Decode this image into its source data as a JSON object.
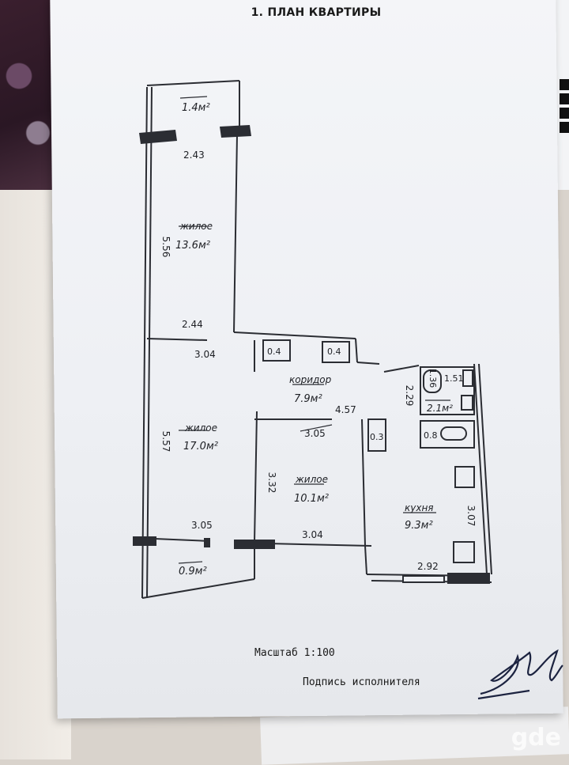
{
  "header": {
    "title": "1. ПЛАН КВАРТИРЫ"
  },
  "rooms": [
    {
      "id": "balcony-top",
      "name": "",
      "area": "1.4м²"
    },
    {
      "id": "living-1",
      "name": "жилое",
      "area": "13.6м²"
    },
    {
      "id": "living-2",
      "name": "жилое",
      "area": "17.0м²"
    },
    {
      "id": "corridor",
      "name": "коридор",
      "area": "7.9м²"
    },
    {
      "id": "living-3",
      "name": "жилое",
      "area": "10.1м²"
    },
    {
      "id": "kitchen",
      "name": "кухня",
      "area": "9.3м²"
    },
    {
      "id": "bathroom",
      "name": "",
      "area": "2.1м²"
    },
    {
      "id": "balcony-bottom",
      "name": "",
      "area": "0.9м²"
    },
    {
      "id": "closet-1",
      "name": "",
      "area": "0.4"
    },
    {
      "id": "closet-2",
      "name": "",
      "area": "0.4"
    },
    {
      "id": "toilet",
      "name": "",
      "area": "0.8"
    },
    {
      "id": "niche",
      "name": "",
      "area": "0.3"
    }
  ],
  "dimensions": {
    "d_2_43": "2.43",
    "d_5_56": "5.56",
    "d_2_44": "2.44",
    "d_3_04a": "3.04",
    "d_5_57": "5.57",
    "d_3_05a": "3.05",
    "d_3_05b": "3.05",
    "d_4_57": "4.57",
    "d_3_32": "3.32",
    "d_3_04b": "3.04",
    "d_2_29": "2.29",
    "d_1_36": "1.36",
    "d_1_51": "1.51",
    "d_3_07": "3.07",
    "d_2_92": "2.92"
  },
  "footer": {
    "scale": "Масштаб 1:100",
    "signature_label": "Подпись исполнителя"
  },
  "watermark": "gde"
}
